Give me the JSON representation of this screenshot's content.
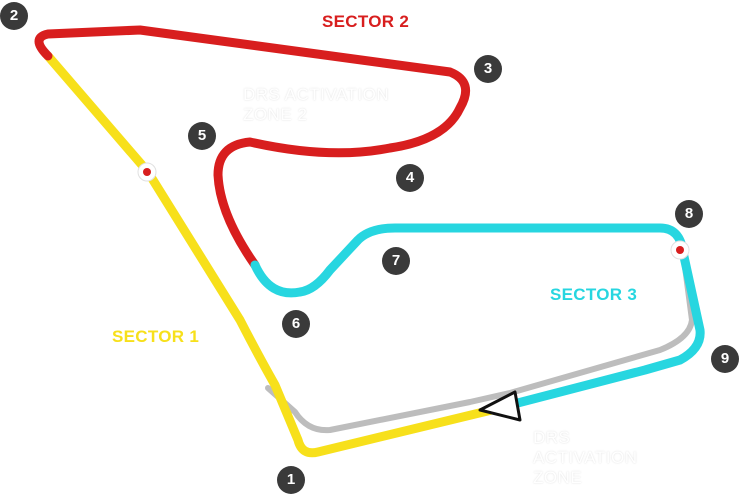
{
  "sectors": [
    {
      "id": "sector-1",
      "label": "SECTOR 1",
      "color": "#f7e01b"
    },
    {
      "id": "sector-2",
      "label": "SECTOR 2",
      "color": "#d81e1e"
    },
    {
      "id": "sector-3",
      "label": "SECTOR 3",
      "color": "#27d6e0"
    }
  ],
  "pit_lane_color": "#bdbdbd",
  "drs_zones": [
    {
      "id": "drs-zone-2",
      "lines": [
        "DRS ACTIVATION",
        "ZONE 2"
      ]
    },
    {
      "id": "drs-zone-1",
      "lines": [
        "DRS",
        "ACTIVATION",
        "ZONE"
      ]
    }
  ],
  "turns": [
    "1",
    "2",
    "3",
    "4",
    "5",
    "6",
    "7",
    "8",
    "9"
  ],
  "marker_color": "#3a3a3a"
}
